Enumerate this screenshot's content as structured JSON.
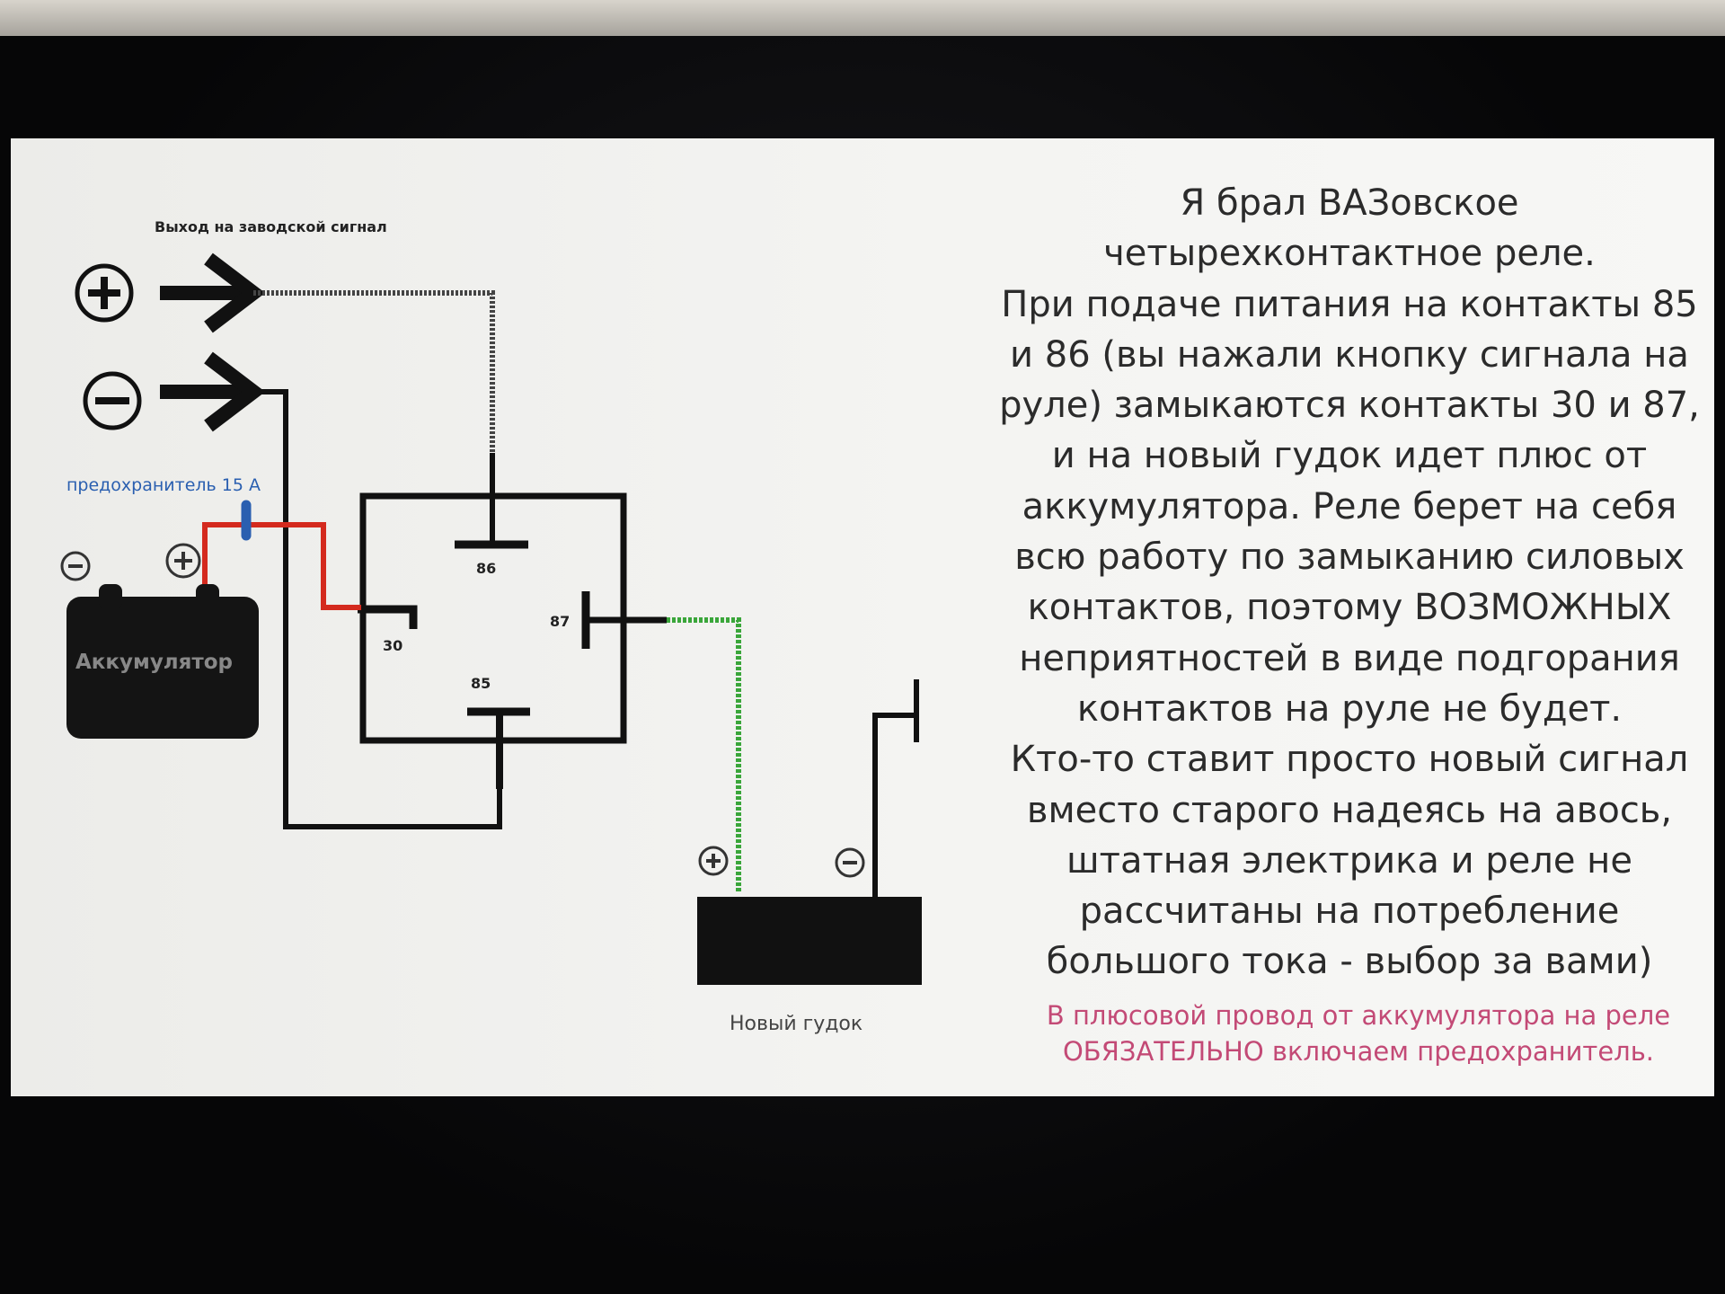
{
  "diagram": {
    "output_label": "Выход на заводской сигнал",
    "fuse_label": "предохранитель 15 А",
    "battery_label": "Аккумулятор",
    "relay_pins": {
      "p86": "86",
      "p87": "87",
      "p30": "30",
      "p85": "85"
    },
    "horn_label": "Новый гудок"
  },
  "description_lines": [
    "Я брал ВАЗовское",
    "четырехконтактное реле.",
    "При подаче питания на контакты 85",
    "и 86 (вы нажали кнопку сигнала на",
    "руле) замыкаются контакты 30 и 87,",
    "и на новый гудок идет плюс от",
    "аккумулятора. Реле берет на себя",
    "всю работу по замыканию силовых",
    "контактов, поэтому ВОЗМОЖНЫХ",
    "неприятностей в виде подгорания",
    "контактов на руле не будет.",
    "Кто-то ставит просто новый сигнал",
    "вместо старого надеясь на авось,",
    "штатная электрика и реле не",
    "рассчитаны на потребление",
    "большого тока - выбор за вами)"
  ],
  "warning_lines": [
    "В плюсовой провод от аккумулятора на реле",
    "ОБЯЗАТЕЛЬНО включаем предохранитель."
  ],
  "colors": {
    "text": "#2b2b2b",
    "warning": "#c34a76",
    "fuse": "#2a5fb0",
    "positive_wire": "#d42a1e",
    "horn_wire": "#3aa63a"
  }
}
